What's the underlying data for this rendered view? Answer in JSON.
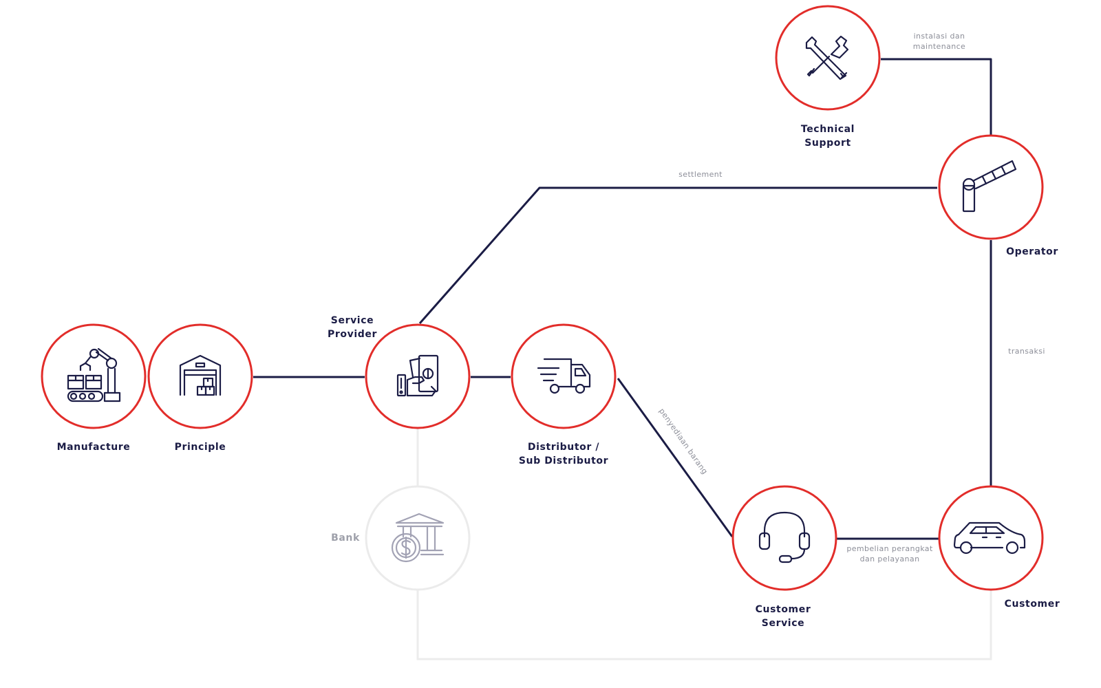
{
  "colors": {
    "line": "#1b1c45",
    "faded_line": "#ececec",
    "node_ring": "#e22d2a",
    "faded_ring": "#ebebeb",
    "icon": "#1b1c45",
    "faded_icon": "#a2a2b4"
  },
  "nodes": {
    "manufacture": {
      "label": [
        "Manufacture"
      ],
      "icon": "robot-arm-conveyor-icon"
    },
    "principle": {
      "label": [
        "Principle"
      ],
      "icon": "warehouse-icon"
    },
    "service_provider": {
      "label": [
        "Service",
        "Provider"
      ],
      "icon": "cash-in-hand-icon"
    },
    "distributor": {
      "label": [
        "Distributor /",
        "Sub Distributor"
      ],
      "icon": "delivery-truck-icon"
    },
    "bank": {
      "label": [
        "Bank"
      ],
      "icon": "bank-dollar-icon"
    },
    "customer_service": {
      "label": [
        "Customer",
        "Service"
      ],
      "icon": "headset-icon"
    },
    "customer": {
      "label": [
        "Customer"
      ],
      "icon": "car-icon"
    },
    "operator": {
      "label": [
        "Operator"
      ],
      "icon": "parking-barrier-icon"
    },
    "technical_support": {
      "label": [
        "Technical",
        "Support"
      ],
      "icon": "wrench-screwdriver-icon"
    }
  },
  "edges": {
    "installation": [
      "instalasi dan",
      "maintenance"
    ],
    "settlement": [
      "settlement"
    ],
    "transaction": [
      "transaksi"
    ],
    "supply": [
      "penyediaan barang"
    ],
    "purchase": [
      "pembelian perangkat",
      "dan pelayanan"
    ]
  }
}
